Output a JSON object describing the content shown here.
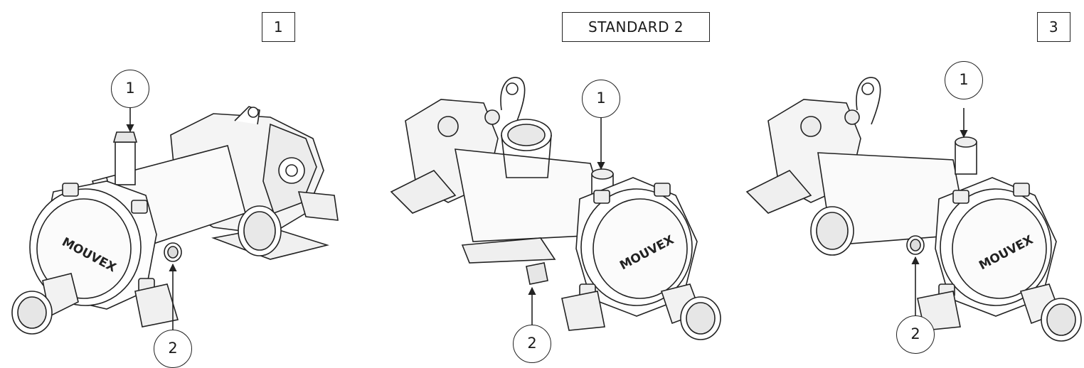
{
  "views": [
    {
      "id": "view-1",
      "label": "1",
      "callouts": [
        "1",
        "2"
      ],
      "logo": "MOUVEX"
    },
    {
      "id": "view-2",
      "label": "STANDARD 2",
      "callouts": [
        "1",
        "2"
      ],
      "logo": "MOUVEX"
    },
    {
      "id": "view-3",
      "label": "3",
      "callouts": [
        "1",
        "2"
      ],
      "logo": "MOUVEX"
    }
  ],
  "colors": {
    "line": "#222222",
    "background": "#ffffff",
    "shade": "#e6e6e6"
  }
}
